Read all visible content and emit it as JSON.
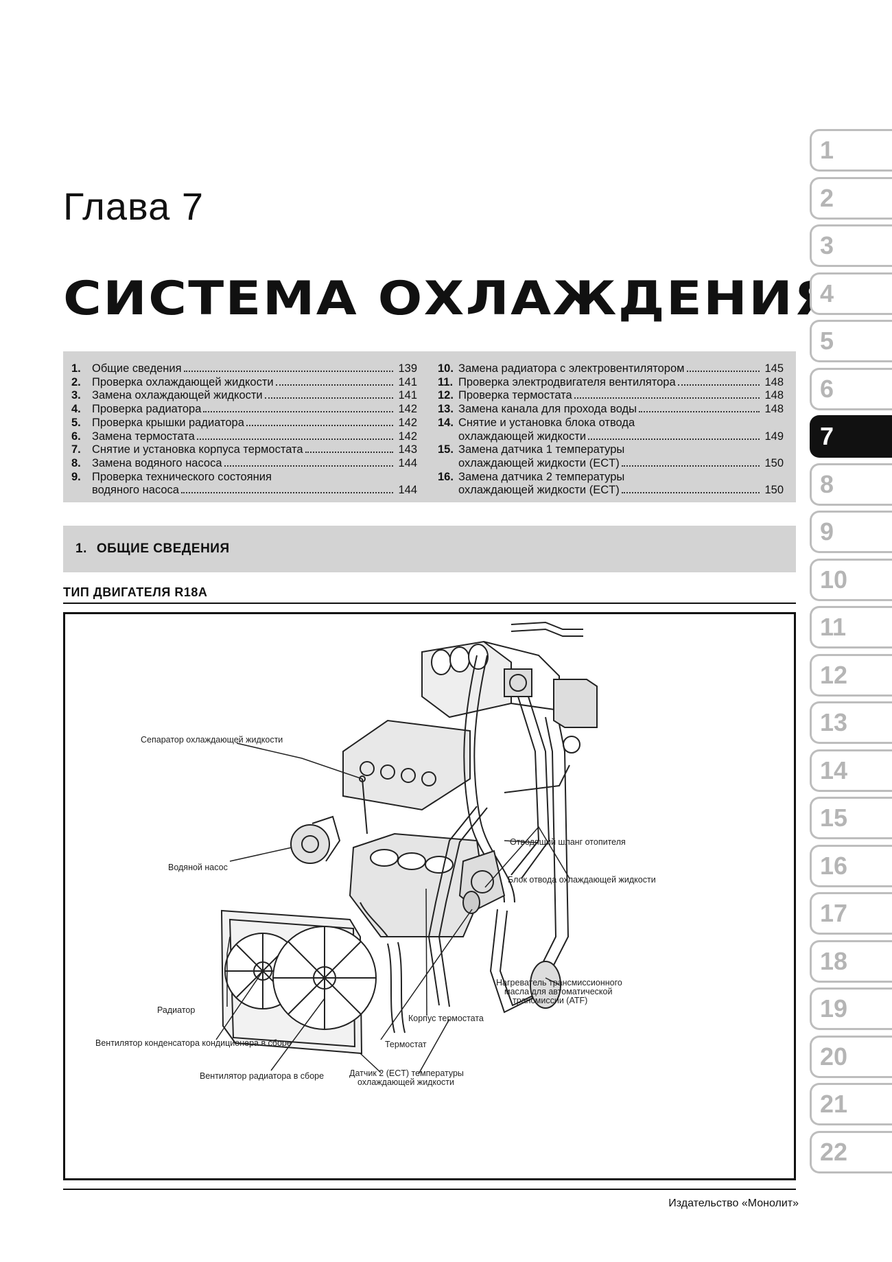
{
  "chapter": {
    "label": "Глава 7",
    "title": "СИСТЕМА ОХЛАЖДЕНИЯ"
  },
  "toc": {
    "left": [
      {
        "num": "1.",
        "lines": [
          "Общие сведения"
        ],
        "page": "139"
      },
      {
        "num": "2.",
        "lines": [
          "Проверка охлаждающей жидкости"
        ],
        "page": "141"
      },
      {
        "num": "3.",
        "lines": [
          "Замена охлаждающей жидкости"
        ],
        "page": "141"
      },
      {
        "num": "4.",
        "lines": [
          "Проверка радиатора"
        ],
        "page": "142"
      },
      {
        "num": "5.",
        "lines": [
          "Проверка крышки радиатора"
        ],
        "page": "142"
      },
      {
        "num": "6.",
        "lines": [
          "Замена термостата"
        ],
        "page": "142"
      },
      {
        "num": "7.",
        "lines": [
          "Снятие и установка корпуса термостата"
        ],
        "page": "143"
      },
      {
        "num": "8.",
        "lines": [
          "Замена водяного насоса"
        ],
        "page": "144"
      },
      {
        "num": "9.",
        "lines": [
          "Проверка технического состояния",
          "водяного насоса"
        ],
        "page": "144"
      }
    ],
    "right": [
      {
        "num": "10.",
        "lines": [
          "Замена радиатора с электровентилятором"
        ],
        "page": "145"
      },
      {
        "num": "11.",
        "lines": [
          "Проверка электродвигателя вентилятора"
        ],
        "page": "148"
      },
      {
        "num": "12.",
        "lines": [
          "Проверка термостата"
        ],
        "page": "148"
      },
      {
        "num": "13.",
        "lines": [
          "Замена канала для прохода воды"
        ],
        "page": "148"
      },
      {
        "num": "14.",
        "lines": [
          "Снятие и установка блока отвода",
          "охлаждающей жидкости"
        ],
        "page": "149"
      },
      {
        "num": "15.",
        "lines": [
          "Замена датчика 1 температуры",
          "охлаждающей жидкости (ECT)"
        ],
        "page": "150"
      },
      {
        "num": "16.",
        "lines": [
          "Замена датчика 2 температуры",
          "охлаждающей жидкости (ECT)"
        ],
        "page": "150"
      }
    ]
  },
  "section": {
    "num": "1.",
    "title": "ОБЩИЕ СВЕДЕНИЯ"
  },
  "subheading": "ТИП ДВИГАТЕЛЯ R18A",
  "figure": {
    "callouts": {
      "separator": "Сепаратор охлаждающей жидкости",
      "water_pump": "Водяной насос",
      "heater_hose": "Отводящий шланг отопителя",
      "outlet_block": "Блок отвода охлаждающей жидкости",
      "atf_heater_1": "Нагреватель трансмиссионного",
      "atf_heater_2": "масла для автоматической",
      "atf_heater_3": "трансмиссии (ATF)",
      "thermostat_housing": "Корпус термостата",
      "radiator": "Радиатор",
      "ac_fan": "Вентилятор конденсатора кондиционера в сборе",
      "thermostat": "Термостат",
      "radiator_fan": "Вентилятор радиатора в сборе",
      "ect2_1": "Датчик 2 (ECT) температуры",
      "ect2_2": "охлаждающей жидкости"
    }
  },
  "footer": {
    "publisher": "Издательство «Монолит»"
  },
  "chapter_tabs": {
    "items": [
      "1",
      "2",
      "3",
      "4",
      "5",
      "6",
      "7",
      "8",
      "9",
      "10",
      "11",
      "12",
      "13",
      "14",
      "15",
      "16",
      "17",
      "18",
      "19",
      "20",
      "21",
      "22"
    ],
    "active": "7"
  }
}
